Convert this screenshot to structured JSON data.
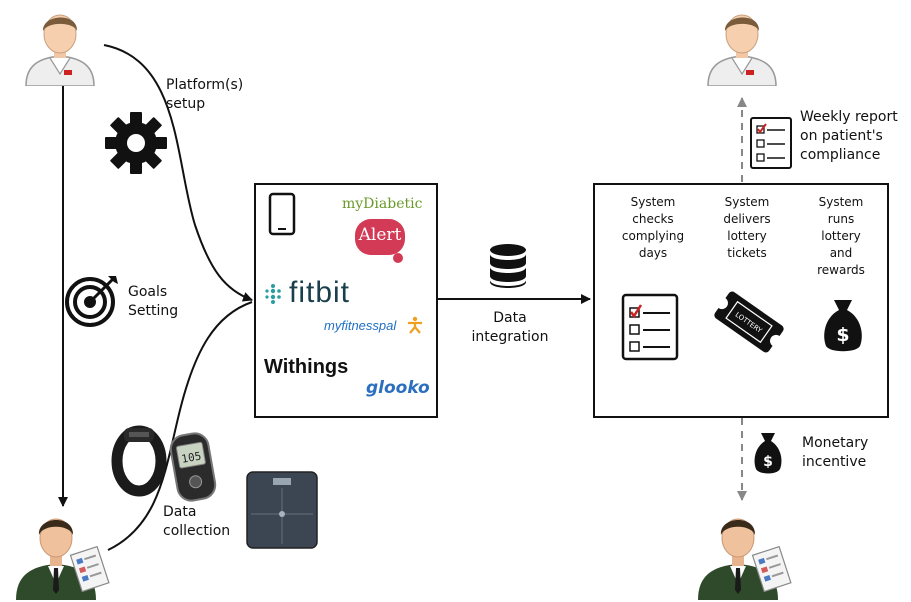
{
  "labels": {
    "platform_setup": [
      "Platform(s)",
      "setup"
    ],
    "goals_setting": [
      "Goals",
      "Setting"
    ],
    "data_collection": [
      "Data",
      "collection"
    ],
    "data_integration": [
      "Data",
      "integration"
    ],
    "weekly_report": [
      "Weekly report",
      "on patient's",
      "compliance"
    ],
    "monetary_incentive": [
      "Monetary",
      "incentive"
    ]
  },
  "platforms": {
    "mydiabetic": "myDiabetic",
    "alert": "Alert",
    "fitbit": "fitbit",
    "myfitnesspal": "myfitnesspal",
    "withings": "Withings",
    "glooko": "glooko"
  },
  "system_steps": [
    [
      "System",
      "checks",
      "complying",
      "days"
    ],
    [
      "System",
      "delivers",
      "lottery",
      "tickets"
    ],
    [
      "System",
      "runs",
      "lottery",
      "and",
      "rewards"
    ]
  ],
  "icon_text": {
    "lottery_ticket": "LOTTERY",
    "glucose_reading": "105",
    "dollar": "$"
  },
  "colors": {
    "line": "#111111",
    "dashed_arrow": "#888888",
    "alert_red": "#d23a55",
    "fitbit_teal": "#2a9d9c",
    "myfitnesspal_blue": "#1f6fc4",
    "glooko_blue": "#2c6fbf",
    "mydiabetic_green": "#6a9a2a",
    "doctor_coat": "#f0f0f0",
    "patient_suit": "#2f4a2a",
    "check_red": "#cc2222"
  }
}
